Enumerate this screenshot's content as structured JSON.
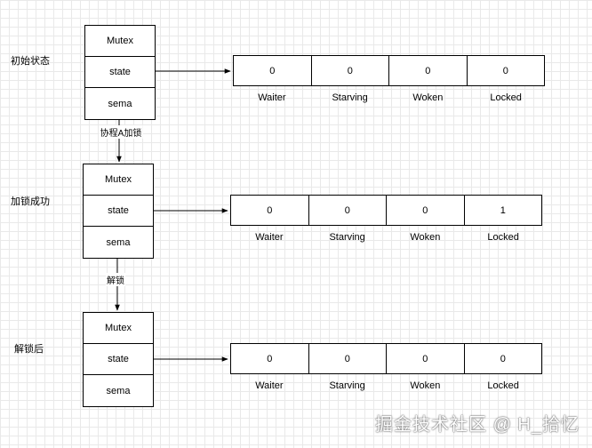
{
  "stages": [
    {
      "label": "初始状态",
      "mutex": [
        "Mutex",
        "state",
        "sema"
      ],
      "values": [
        "0",
        "0",
        "0",
        "0"
      ]
    },
    {
      "label": "加锁成功",
      "mutex": [
        "Mutex",
        "state",
        "sema"
      ],
      "values": [
        "0",
        "0",
        "0",
        "1"
      ]
    },
    {
      "label": "解锁后",
      "mutex": [
        "Mutex",
        "state",
        "sema"
      ],
      "values": [
        "0",
        "0",
        "0",
        "0"
      ]
    }
  ],
  "fields": [
    "Waiter",
    "Starving",
    "Woken",
    "Locked"
  ],
  "transitions": [
    "协程A加锁",
    "解锁"
  ],
  "watermark": "掘金技术社区 @ H_拾忆"
}
